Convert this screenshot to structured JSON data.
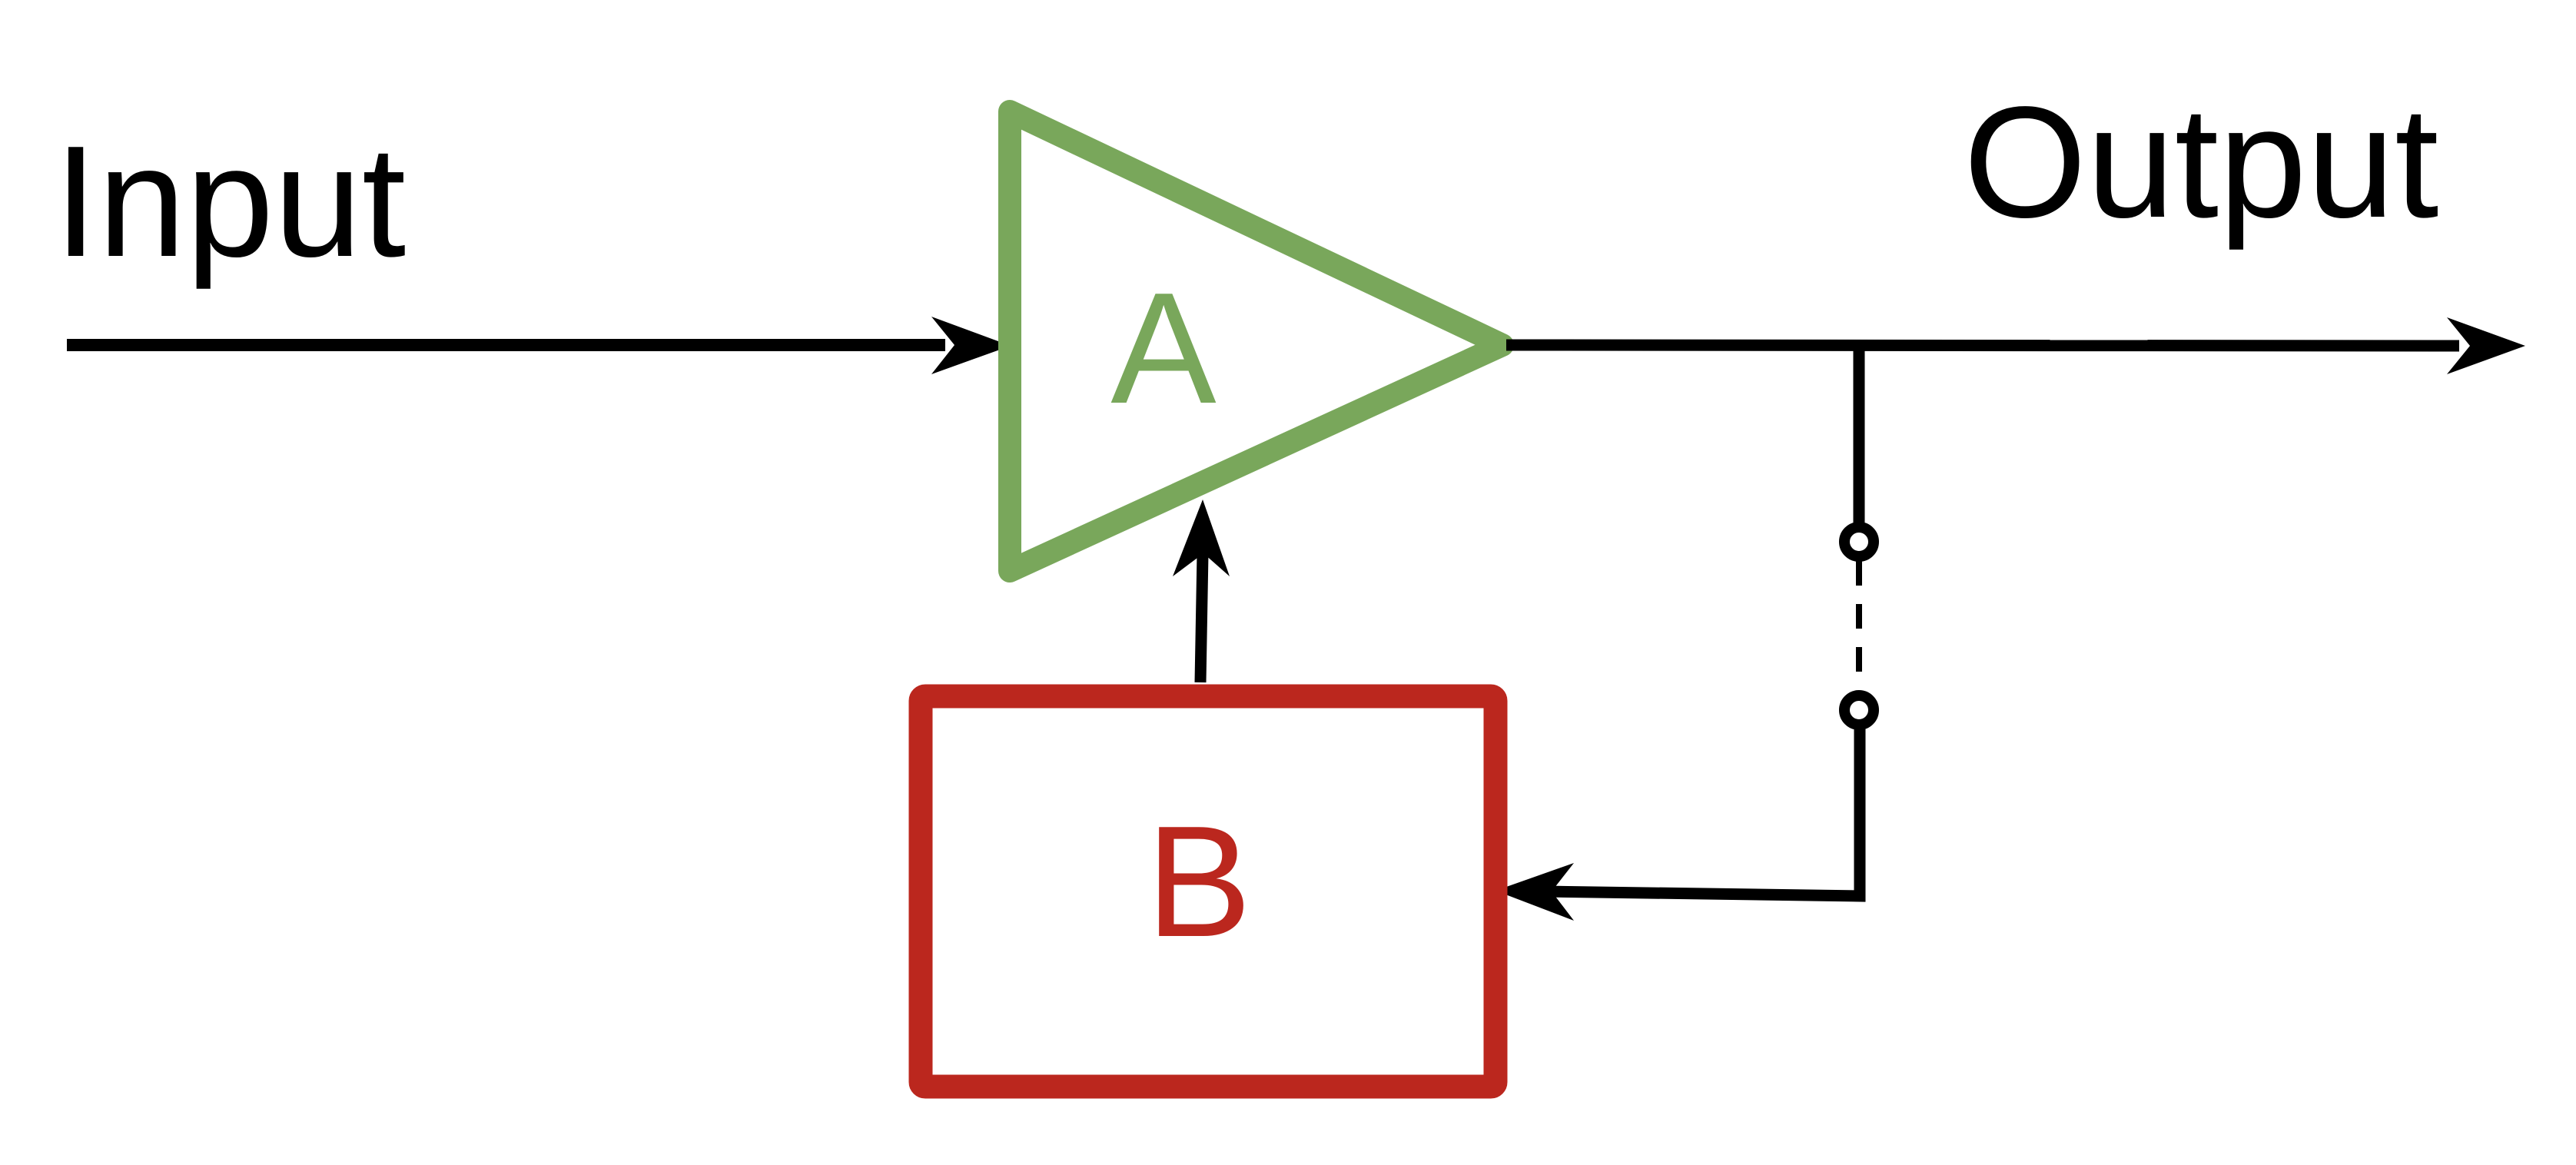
{
  "diagram": {
    "title": "Feedback amplifier block diagram",
    "labels": {
      "input": "Input",
      "output": "Output",
      "amplifier": "A",
      "feedback": "B"
    },
    "blocks": [
      {
        "id": "amplifier",
        "shape": "triangle",
        "label": "A",
        "color": "#79a75b"
      },
      {
        "id": "feedback",
        "shape": "rectangle",
        "label": "B",
        "color": "#bb271e"
      }
    ],
    "connections": [
      {
        "from": "input",
        "to": "amplifier",
        "style": "solid-arrow"
      },
      {
        "from": "amplifier",
        "to": "output",
        "style": "solid-arrow"
      },
      {
        "from": "output-node",
        "to": "switch",
        "style": "solid-line"
      },
      {
        "from": "switch",
        "to": "feedback",
        "style": "solid-arrow"
      },
      {
        "from": "feedback",
        "to": "amplifier",
        "style": "solid-arrow"
      }
    ],
    "switch": {
      "state": "open",
      "style": "dashed"
    },
    "colors": {
      "line": "#000000",
      "amplifier": "#79a75b",
      "feedback": "#bb271e",
      "background": "#ffffff"
    }
  }
}
